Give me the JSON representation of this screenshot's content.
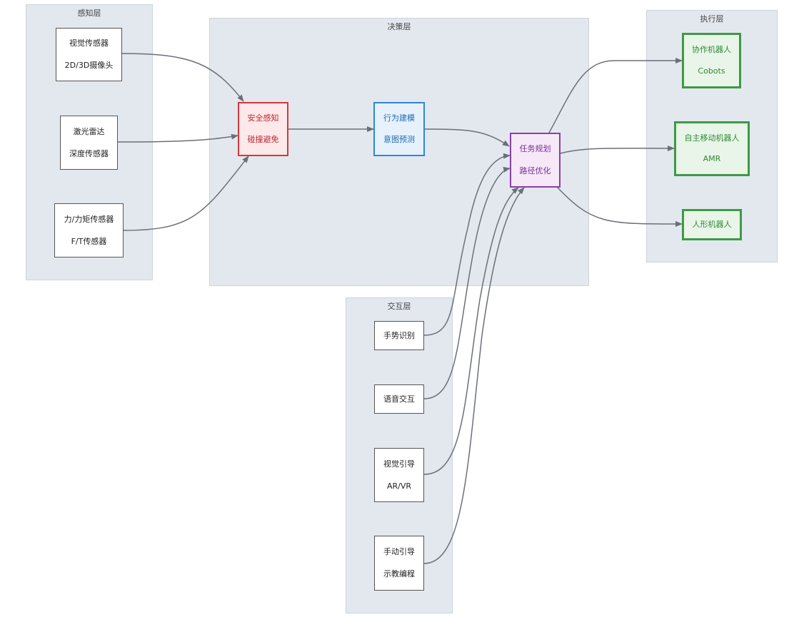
{
  "groups": {
    "perception": "感知层",
    "decision": "决策层",
    "execution": "执行层",
    "interaction": "交互层"
  },
  "nodes": {
    "vision_sensor": {
      "line1": "视觉传感器",
      "line2": "2D/3D摄像头"
    },
    "lidar": {
      "line1": "激光雷达",
      "line2": "深度传感器"
    },
    "force_sensor": {
      "line1": "力/力矩传感器",
      "line2": "F/T传感器"
    },
    "safety": {
      "line1": "安全感知",
      "line2": "碰撞避免"
    },
    "behavior": {
      "line1": "行为建模",
      "line2": "意图预测"
    },
    "planning": {
      "line1": "任务规划",
      "line2": "路径优化"
    },
    "cobots": {
      "line1": "协作机器人",
      "line2": "Cobots"
    },
    "amr": {
      "line1": "自主移动机器人",
      "line2": "AMR"
    },
    "humanoid": {
      "line1": "人形机器人"
    },
    "gesture": {
      "line1": "手势识别"
    },
    "voice": {
      "line1": "语音交互"
    },
    "visual_guide": {
      "line1": "视觉引导",
      "line2": "AR/VR"
    },
    "manual_guide": {
      "line1": "手动引导",
      "line2": "示教编程"
    }
  },
  "colors": {
    "edge": "#6b6f7a",
    "group_fill": "#e3e8ef",
    "safety": "#d9343f",
    "behavior": "#2f86d6",
    "planning": "#8a3fa8",
    "robots": "#3e9a44"
  },
  "edges": [
    {
      "from": "vision_sensor",
      "to": "safety"
    },
    {
      "from": "lidar",
      "to": "safety"
    },
    {
      "from": "force_sensor",
      "to": "safety"
    },
    {
      "from": "safety",
      "to": "behavior"
    },
    {
      "from": "behavior",
      "to": "planning"
    },
    {
      "from": "planning",
      "to": "cobots"
    },
    {
      "from": "planning",
      "to": "amr"
    },
    {
      "from": "planning",
      "to": "humanoid"
    },
    {
      "from": "gesture",
      "to": "planning"
    },
    {
      "from": "voice",
      "to": "planning"
    },
    {
      "from": "visual_guide",
      "to": "planning"
    },
    {
      "from": "manual_guide",
      "to": "planning"
    }
  ]
}
